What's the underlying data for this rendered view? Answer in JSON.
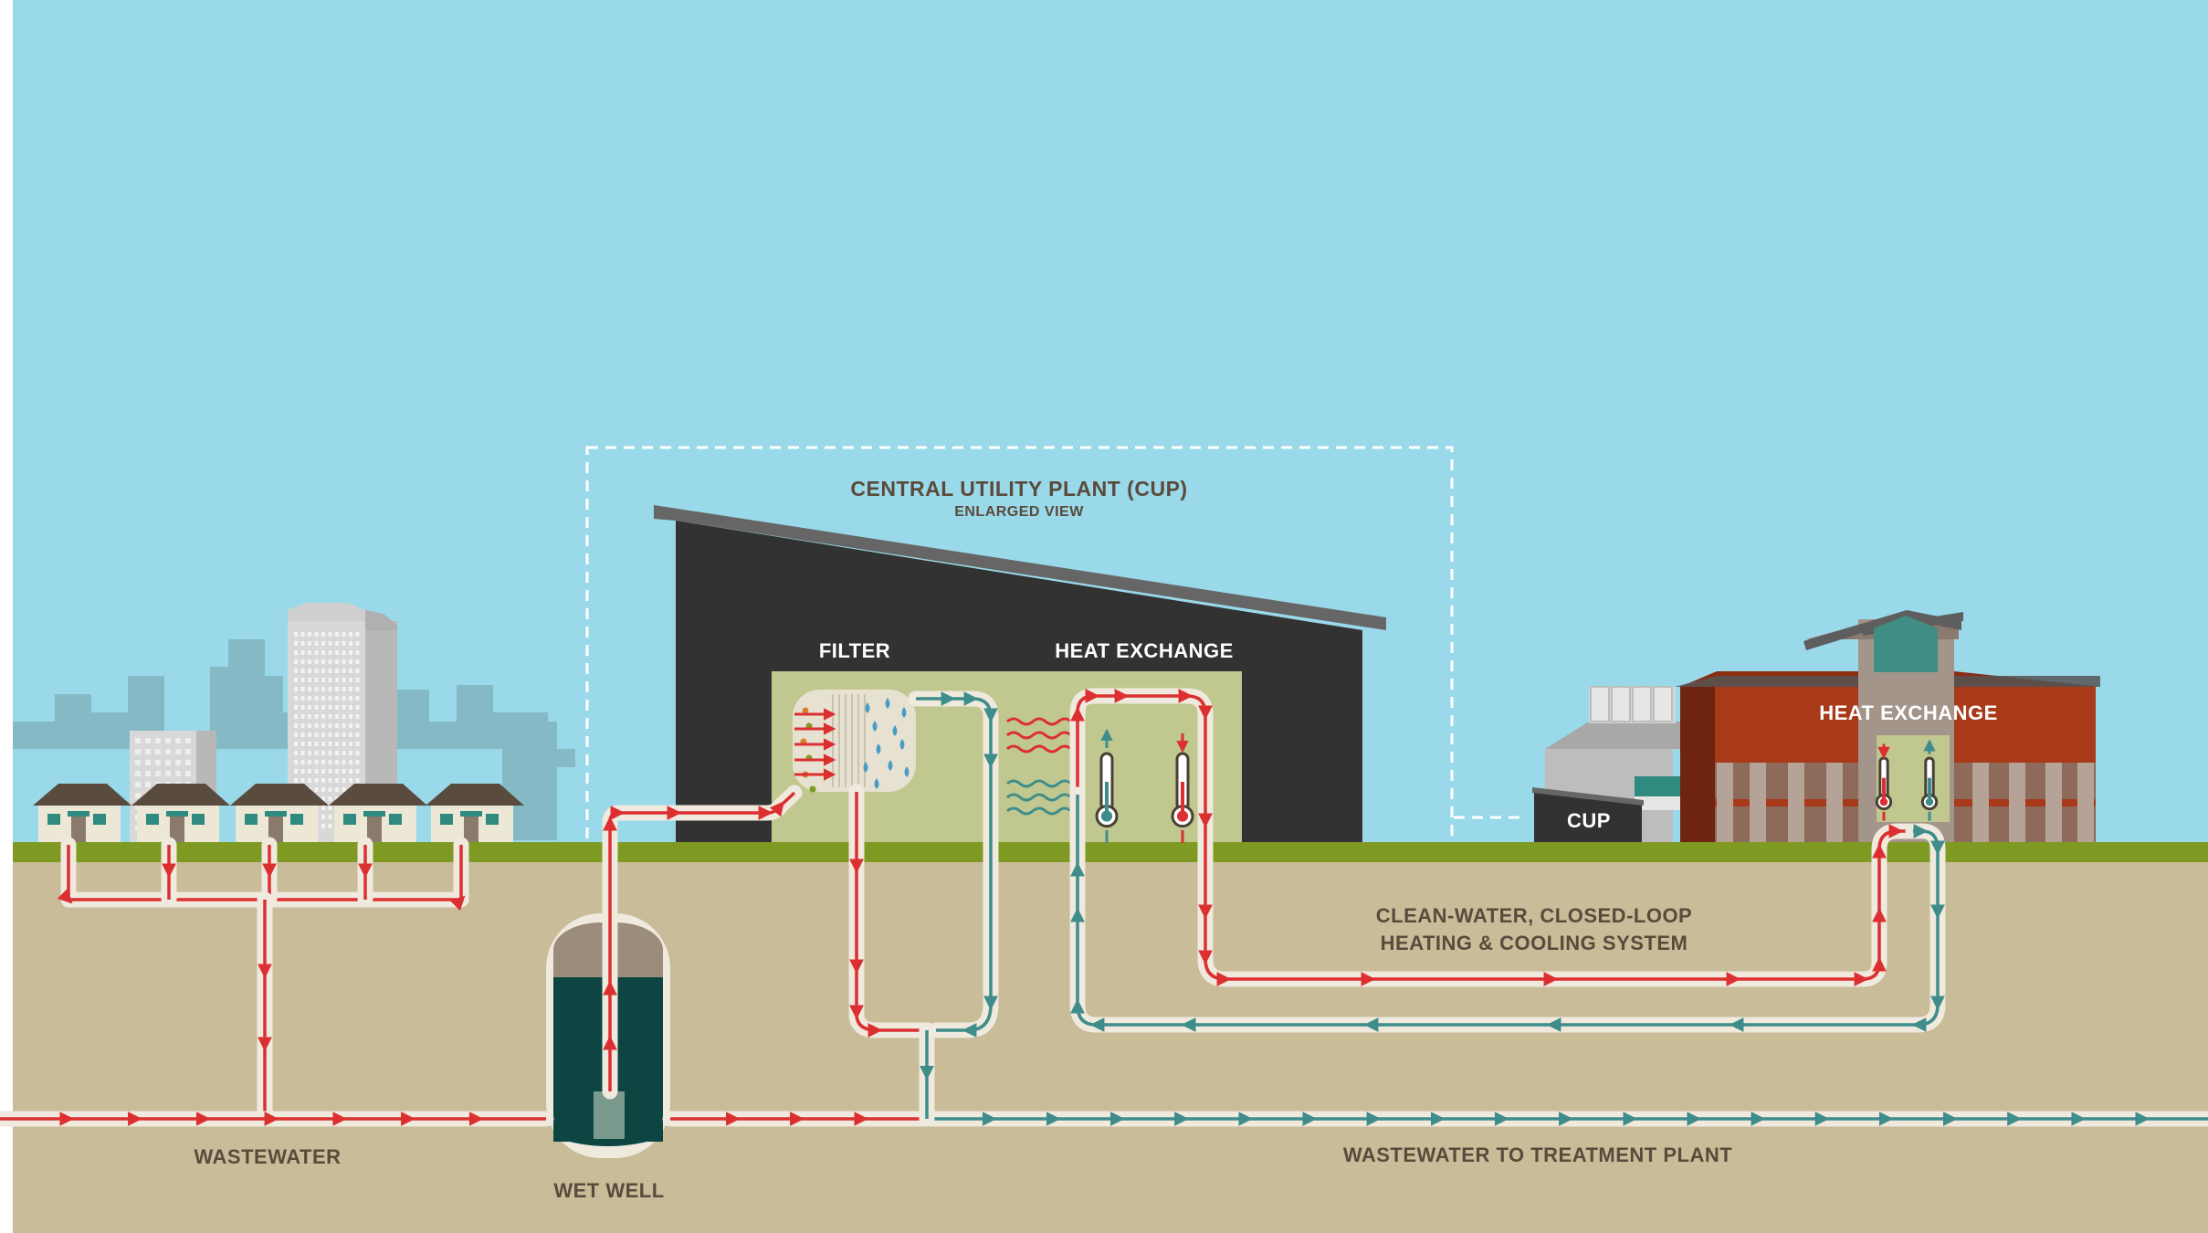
{
  "labels": {
    "cup_title": "CENTRAL UTILITY PLANT (CUP)",
    "cup_subtitle": "ENLARGED VIEW",
    "filter": "FILTER",
    "heat_exchange_plant": "HEAT EXCHANGE",
    "heat_exchange_building": "HEAT EXCHANGE",
    "cup_small": "CUP",
    "closed_loop_line1": "CLEAN-WATER, CLOSED-LOOP",
    "closed_loop_line2": "HEATING & COOLING SYSTEM",
    "wastewater": "WASTEWATER",
    "wet_well": "WET WELL",
    "wastewater_to_treatment": "WASTEWATER TO TREATMENT PLANT"
  },
  "colors": {
    "sky": "#9ad9e9",
    "ground": "#c9bc99",
    "grass": "#7e9a22",
    "plant_dark": "#323232",
    "plant_interior": "#c0c88f",
    "hot_pipe": "#dc2f30",
    "cool_pipe": "#3f8d8a",
    "pipe_casing": "#efe9de",
    "label_text": "#5b4a3b",
    "brick": "#a83a1a",
    "well_water": "#0d4543"
  }
}
